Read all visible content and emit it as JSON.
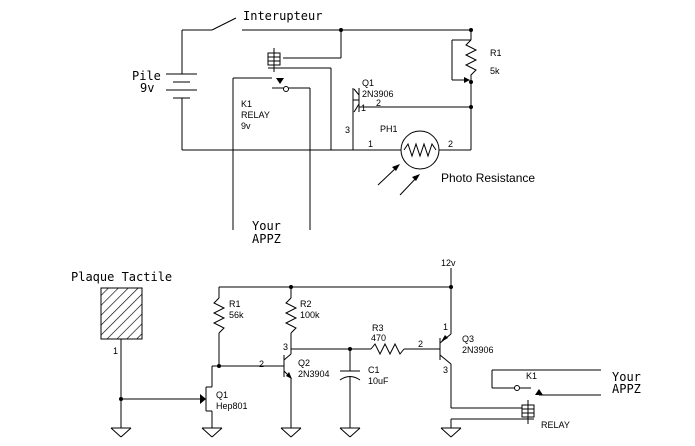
{
  "top_circuit": {
    "switch_label": "Interupteur",
    "battery_label": "Pile",
    "battery_value": "9v",
    "relay_ref": "K1",
    "relay_type": "RELAY",
    "relay_value": "9v",
    "transistor_ref": "Q1",
    "transistor_type": "2N3906",
    "transistor_pin1": "1",
    "transistor_pin2": "2",
    "transistor_pin3": "3",
    "pot_ref": "R1",
    "pot_value": "5k",
    "photo_ref": "PH1",
    "photo_pin1": "1",
    "photo_pin2": "2",
    "photo_label": "Photo Resistance",
    "output_line1": "Your",
    "output_line2": "APPZ"
  },
  "bottom_circuit": {
    "pad_label": "Plaque Tactile",
    "pad_pin": "1",
    "supply_label": "12v",
    "r1_ref": "R1",
    "r1_value": "56k",
    "r2_ref": "R2",
    "r2_value": "100k",
    "r3_ref": "R3",
    "r3_value": "470",
    "c1_ref": "C1",
    "c1_value": "10uF",
    "q1_ref": "Q1",
    "q1_type": "Hep801",
    "q2_ref": "Q2",
    "q2_type": "2N3904",
    "q2_pin2": "2",
    "q2_pin3": "3",
    "q3_ref": "Q3",
    "q3_type": "2N3906",
    "q3_pin1": "1",
    "q3_pin2": "2",
    "q3_pin3": "3",
    "relay_ref": "K1",
    "relay_label": "RELAY",
    "output_line1": "Your",
    "output_line2": "APPZ"
  }
}
